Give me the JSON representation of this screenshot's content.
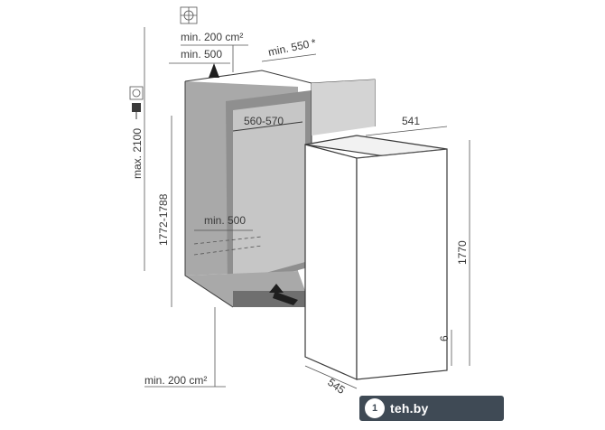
{
  "labels": {
    "top_vent": "min. 200 cm²",
    "top_gap": "min. 500",
    "depth_top": "min. 550",
    "depth_asterisk": "*",
    "niche_width": "560-570",
    "appliance_width": "541",
    "max_height": "max. 2100",
    "niche_height": "1772-1788",
    "bottom_gap": "min. 500",
    "appliance_height": "1770",
    "foot_height": "6",
    "appliance_depth": "545",
    "bottom_vent": "min. 200 cm²"
  },
  "badge": {
    "logo": "1",
    "text": "teh.by"
  },
  "icons": [
    "ceiling-mount-icon",
    "power-socket-icon",
    "power-plug-icon",
    "airflow-up-arrow-icon",
    "airflow-in-arrow-icon"
  ]
}
